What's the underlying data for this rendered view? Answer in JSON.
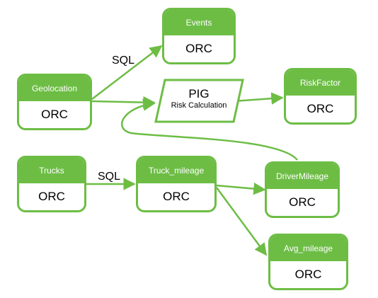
{
  "nodes": {
    "events": {
      "title": "Events",
      "format": "ORC"
    },
    "geolocation": {
      "title": "Geolocation",
      "format": "ORC"
    },
    "riskfactor": {
      "title": "RiskFactor",
      "format": "ORC"
    },
    "trucks": {
      "title": "Trucks",
      "format": "ORC"
    },
    "truck_mileage": {
      "title": "Truck_mileage",
      "format": "ORC"
    },
    "drivermileage": {
      "title": "DriverMileage",
      "format": "ORC"
    },
    "avg_mileage": {
      "title": "Avg_mileage",
      "format": "ORC"
    }
  },
  "pig": {
    "title": "PIG",
    "subtitle": "Risk Calculation"
  },
  "edge_labels": {
    "geo_to_events": "SQL",
    "trucks_to_truck_mileage": "SQL"
  },
  "colors": {
    "accent": "#6dbd45",
    "edge": "#6dbd45",
    "text": "#000000"
  }
}
